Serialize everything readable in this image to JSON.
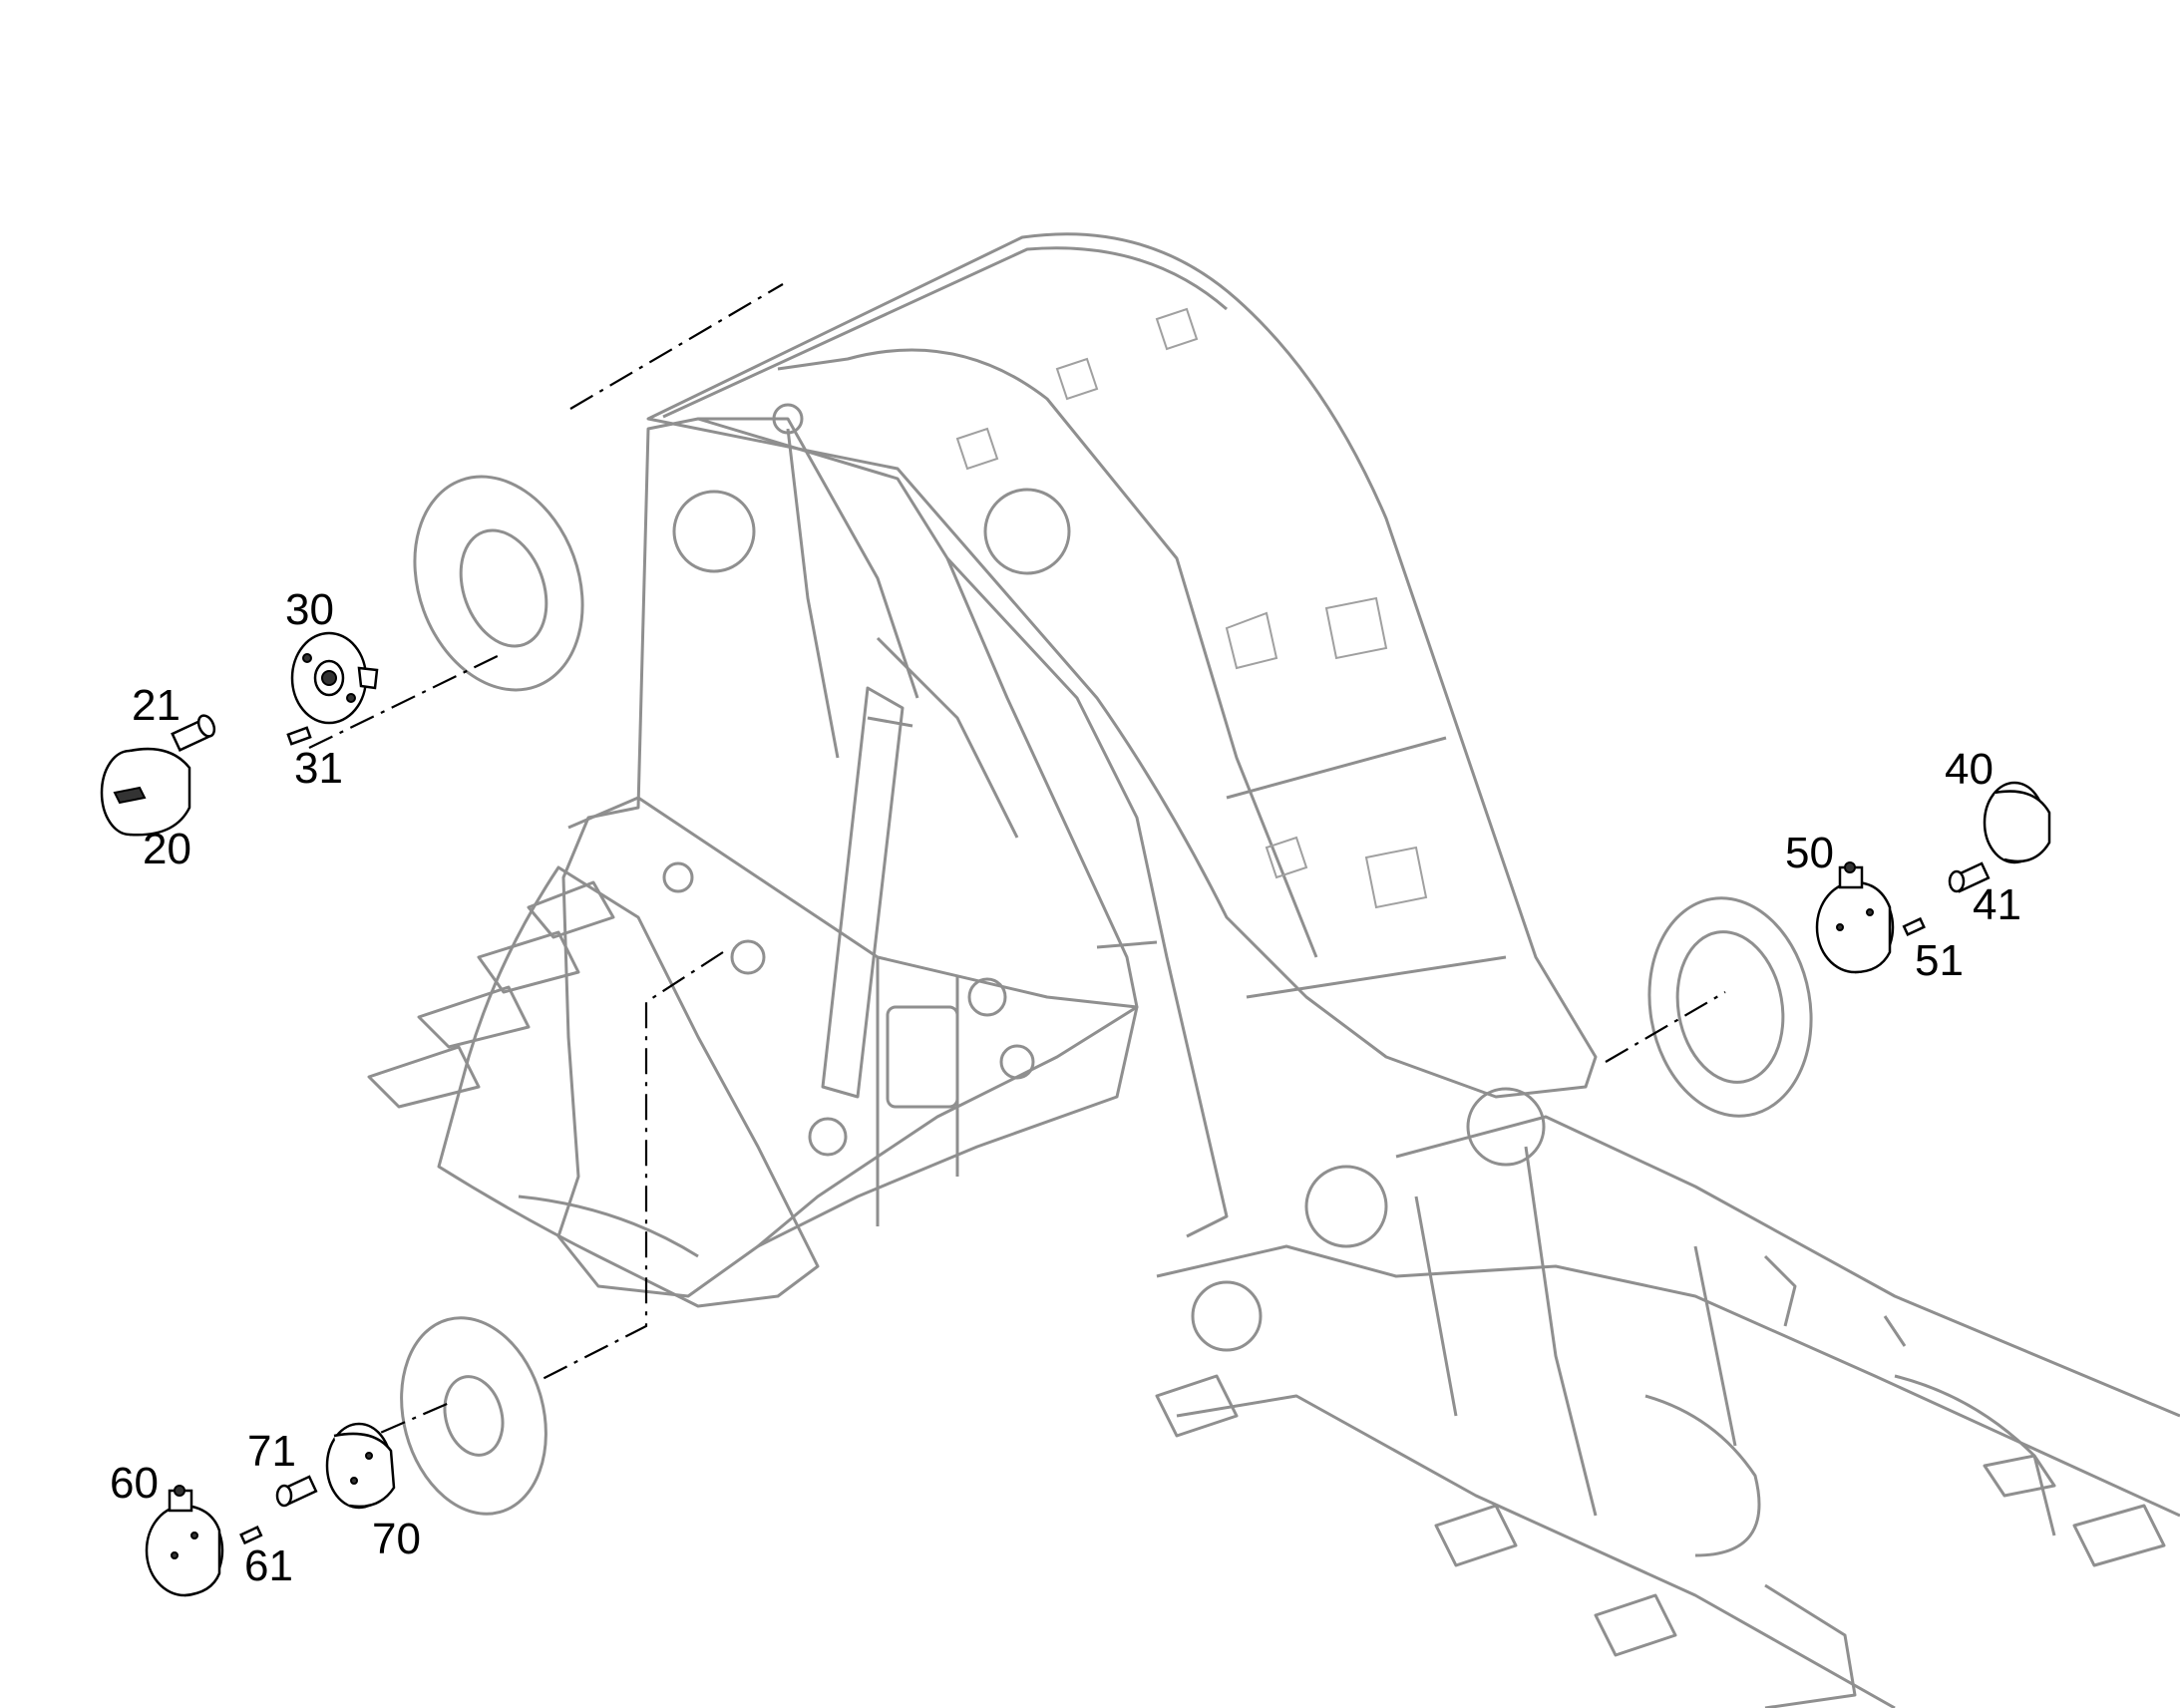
{
  "labels": {
    "p20": "20",
    "p21": "21",
    "p30": "30",
    "p31": "31",
    "p40": "40",
    "p41": "41",
    "p50": "50",
    "p51": "51",
    "p60": "60",
    "p61": "61",
    "p70": "70",
    "p71": "71"
  }
}
